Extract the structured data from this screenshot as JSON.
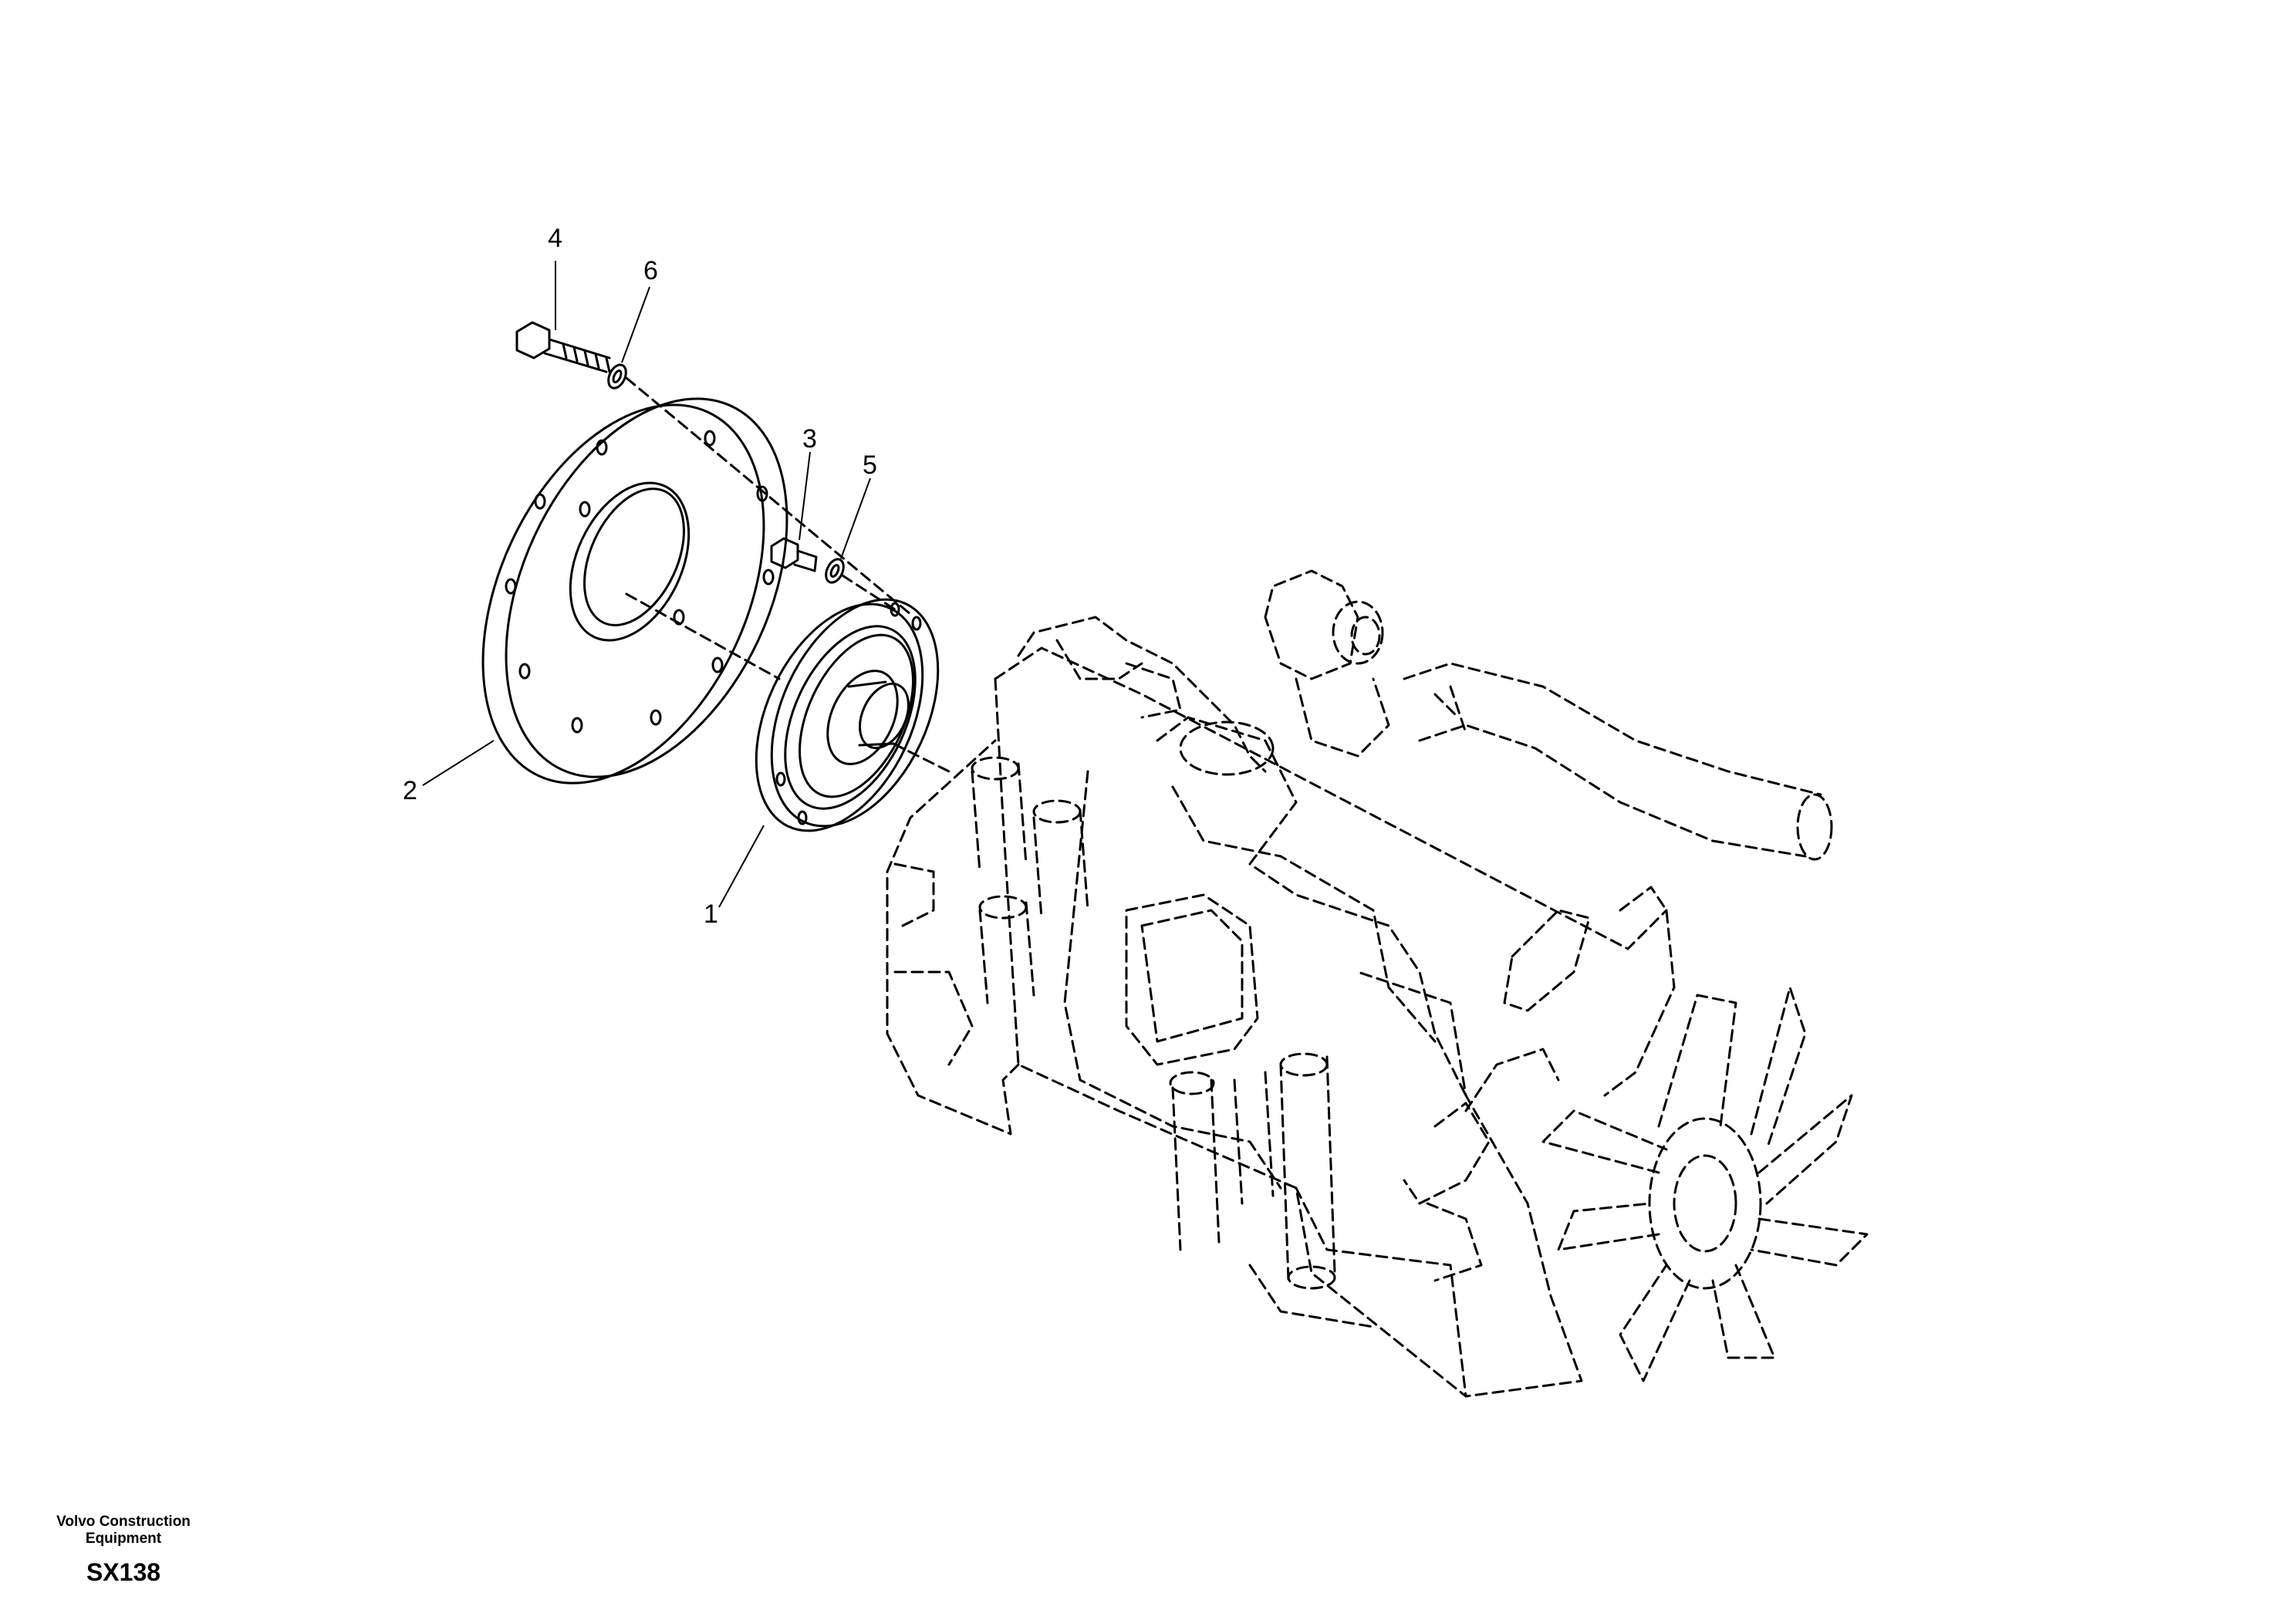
{
  "callouts": [
    {
      "id": "1",
      "text": "1"
    },
    {
      "id": "2",
      "text": "2"
    },
    {
      "id": "3",
      "text": "3"
    },
    {
      "id": "4",
      "text": "4"
    },
    {
      "id": "5",
      "text": "5"
    },
    {
      "id": "6",
      "text": "6"
    }
  ],
  "footer": {
    "brand_line1": "Volvo Construction",
    "brand_line2": "Equipment",
    "figure_code": "SX138"
  }
}
